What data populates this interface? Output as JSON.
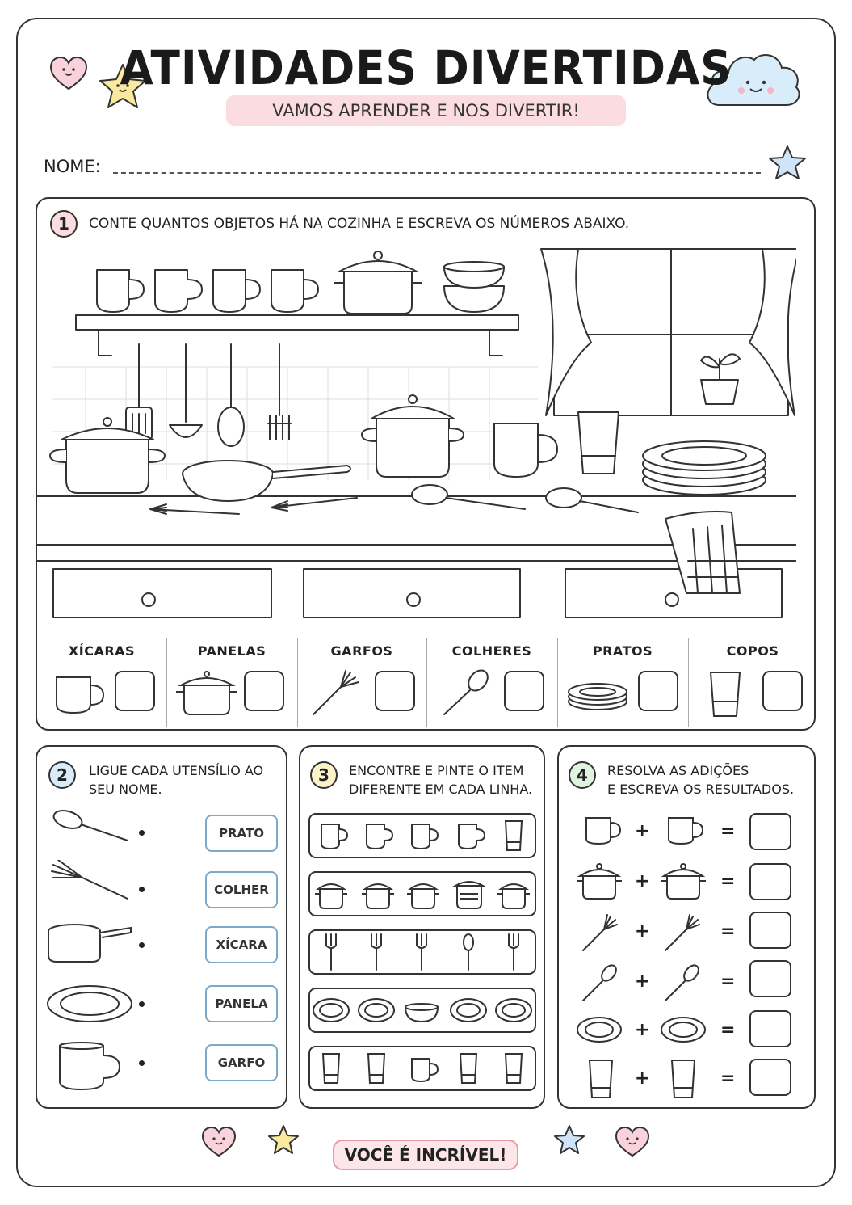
{
  "header": {
    "title": "ATIVIDADES DIVERTIDAS",
    "subtitle": "VAMOS APRENDER E NOS DIVERTIR!",
    "name_label": "NOME:"
  },
  "section1": {
    "number": "1",
    "instruction": "CONTE QUANTOS OBJETOS HÁ NA COZINHA E ESCREVA OS NÚMEROS ABAIXO.",
    "categories": [
      {
        "label": "XÍCARAS",
        "icon": "cup-icon"
      },
      {
        "label": "PANELAS",
        "icon": "pot-icon"
      },
      {
        "label": "GARFOS",
        "icon": "fork-icon"
      },
      {
        "label": "COLHERES",
        "icon": "spoon-icon"
      },
      {
        "label": "PRATOS",
        "icon": "plates-icon"
      },
      {
        "label": "COPOS",
        "icon": "glass-icon"
      }
    ]
  },
  "section2": {
    "number": "2",
    "instruction_line1": "LIGUE CADA UTENSÍLIO AO",
    "instruction_line2": "SEU NOME.",
    "images": [
      "spoon-icon",
      "fork-icon",
      "saucepan-icon",
      "plate-icon",
      "cup-icon"
    ],
    "words": [
      "PRATO",
      "COLHER",
      "XÍCARA",
      "PANELA",
      "GARFO"
    ]
  },
  "section3": {
    "number": "3",
    "instruction_line1": "ENCONTRE E PINTE O ITEM",
    "instruction_line2": "DIFERENTE EM CADA LINHA.",
    "rows": [
      [
        "cup-icon",
        "cup-icon",
        "cup-icon",
        "cup-icon",
        "glass-icon"
      ],
      [
        "pot-icon",
        "pot-icon",
        "pot-icon",
        "pot-icon",
        "pot-icon"
      ],
      [
        "fork-icon",
        "fork-icon",
        "fork-icon",
        "spoon-icon",
        "fork-icon"
      ],
      [
        "plate-icon",
        "plate-icon",
        "bowl-icon",
        "plate-icon",
        "plate-icon"
      ],
      [
        "glass-icon",
        "glass-icon",
        "cup-icon",
        "glass-icon",
        "glass-icon"
      ]
    ]
  },
  "section4": {
    "number": "4",
    "instruction_line1": "RESOLVA AS ADIÇÕES",
    "instruction_line2": "E ESCREVA OS RESULTADOS.",
    "plus": "+",
    "equals": "=",
    "rows": [
      "cup-icon",
      "pot-icon",
      "fork-icon",
      "spoon-icon",
      "plate-icon",
      "glass-icon"
    ]
  },
  "footer": {
    "text": "VOCÊ É INCRÍVEL!"
  },
  "colors": {
    "pink": "#fbdde1",
    "blue_circle": "#d9ecfa",
    "yellow_circle": "#fdf3c9",
    "green_circle": "#dff3df",
    "star_yellow": "#fbe9a0",
    "star_blue": "#cfe4f7",
    "heart_pink": "#f9d2dc"
  }
}
